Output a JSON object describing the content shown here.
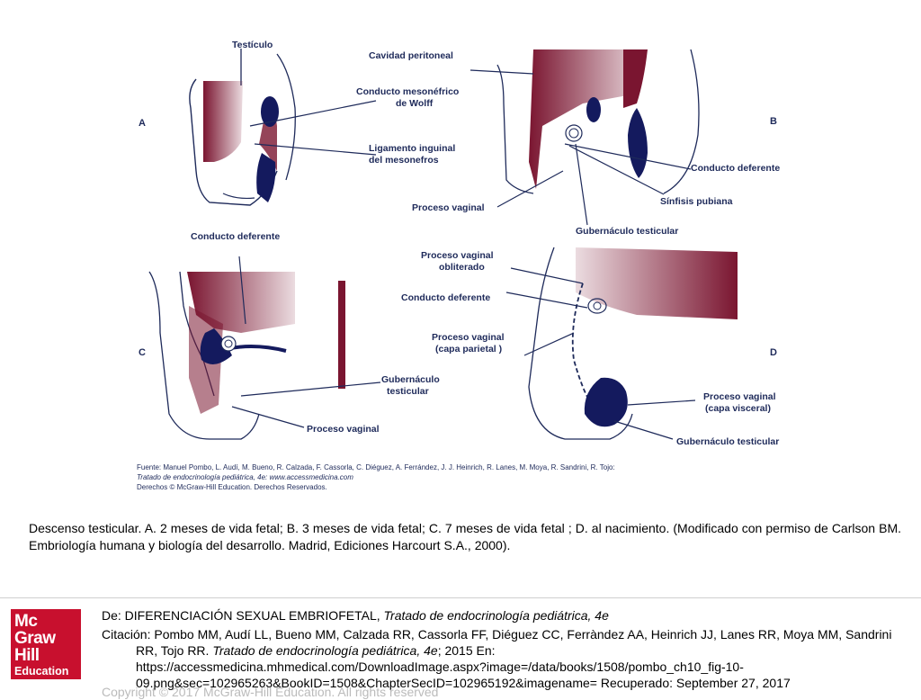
{
  "figure": {
    "panels": [
      "A",
      "B",
      "C",
      "D"
    ],
    "labels": {
      "testiculo": "Testículo",
      "cavidad_peritoneal": "Cavidad peritoneal",
      "conducto_mesonefrico_1": "Conducto mesonéfrico",
      "conducto_mesonefrico_2": "de Wolff",
      "ligamento_inguinal_1": "Ligamento inguinal",
      "ligamento_inguinal_2": "del mesonefros",
      "conducto_deferente_b": "Conducto deferente",
      "sinfisis_pubiana": "Sínfisis pubiana",
      "proceso_vaginal_b": "Proceso vaginal",
      "gubernaculo_testicular_b": "Gubernáculo testicular",
      "conducto_deferente_c": "Conducto deferente",
      "gubernaculo_c_1": "Gubernáculo",
      "gubernaculo_c_2": "testicular",
      "proceso_vaginal_c": "Proceso vaginal",
      "proceso_obliterado_1": "Proceso vaginal",
      "proceso_obliterado_2": "obliterado",
      "conducto_deferente_d": "Conducto deferente",
      "proceso_parietal_1": "Proceso vaginal",
      "proceso_parietal_2": "(capa parietal )",
      "proceso_visceral_1": "Proceso vaginal",
      "proceso_visceral_2": "(capa visceral)",
      "gubernaculo_testicular_d": "Gubernáculo testicular"
    },
    "source": {
      "line1": "Fuente: Manuel Pombo, L. Audí, M. Bueno, R. Calzada, F. Cassorla, C. Diéguez, A. Ferrández, J. J. Heinrich, R. Lanes, M. Moya, R. Sandrini, R. Tojo:",
      "line2": "Tratado de endocrinología pediátrica, 4e: www.accessmedicina.com",
      "line3": "Derechos © McGraw-Hill Education. Derechos Reservados."
    },
    "colors": {
      "tissue": "#7a1530",
      "structure": "#141a5e",
      "outline": "#1e2a5a"
    }
  },
  "caption": "Descenso testicular. A. 2 meses de vida fetal; B. 3 meses de vida fetal; C. 7 meses de vida fetal ; D. al nacimiento. (Modificado con permiso de Carlson BM. Embriología humana y biología del desarrollo. Madrid, Ediciones Harcourt S.A., 2000).",
  "footer": {
    "logo": {
      "line1": "Mc",
      "line2": "Graw",
      "line3": "Hill",
      "line4": "Education",
      "color": "#c8102e"
    },
    "from_prefix": "De: DIFERENCIACIÓN SEXUAL EMBRIOFETAL, ",
    "from_book": "Tratado de endocrinología pediátrica, 4e",
    "citation_prefix": "Citación: Pombo MM, Audí LL, Bueno MM, Calzada RR, Cassorla FF, Diéguez CC, Ferràndez AA, Heinrich JJ, Lanes RR, Moya MM, Sandrini",
    "citation_authors_end": "RR, Tojo RR. ",
    "citation_book": "Tratado de endocrinología pediátrica, 4e",
    "citation_year": "; 2015 En:",
    "citation_url": "https://accessmedicina.mhmedical.com/DownloadImage.aspx?image=/data/books/1508/pombo_ch10_fig-10-",
    "citation_url2": "09.png&sec=102965263&BookID=1508&ChapterSecID=102965192&imagename= Recuperado: September 27, 2017",
    "copyright": "Copyright © 2017 McGraw-Hill Education. All rights reserved"
  }
}
